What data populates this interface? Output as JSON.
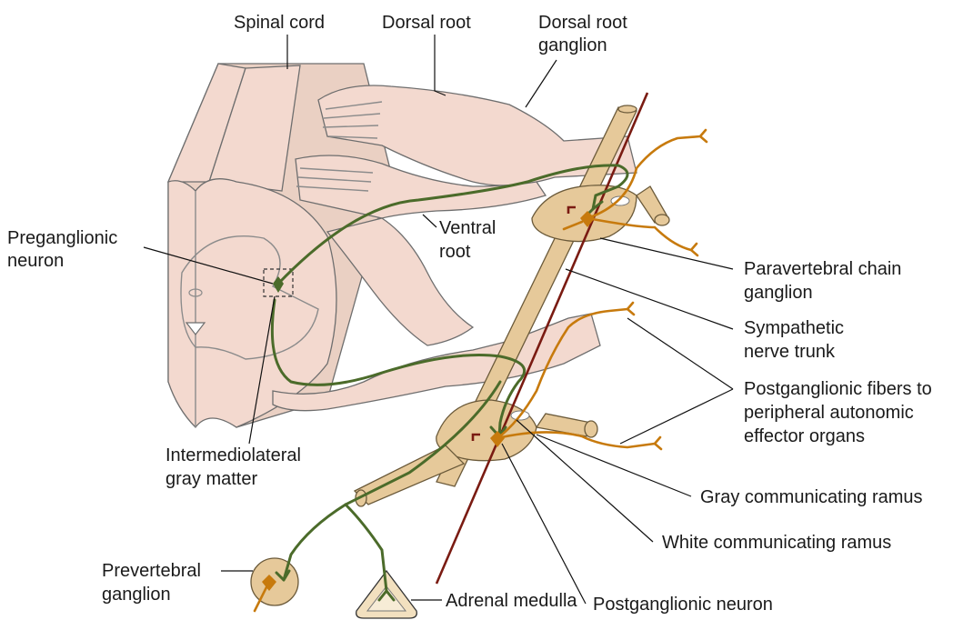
{
  "labels": {
    "spinal_cord": "Spinal cord",
    "dorsal_root": "Dorsal root",
    "dorsal_root_ganglion_1": "Dorsal root",
    "dorsal_root_ganglion_2": "ganglion",
    "preganglionic_neuron_1": "Preganglionic",
    "preganglionic_neuron_2": "neuron",
    "ventral_root_1": "Ventral",
    "ventral_root_2": "root",
    "paravertebral_1": "Paravertebral chain",
    "paravertebral_2": "ganglion",
    "sympathetic_trunk_1": "Sympathetic",
    "sympathetic_trunk_2": "nerve trunk",
    "postganglionic_fibers_1": "Postganglionic fibers to",
    "postganglionic_fibers_2": "peripheral autonomic",
    "postganglionic_fibers_3": "effector organs",
    "intermediolateral_1": "Intermediolateral",
    "intermediolateral_2": "gray matter",
    "gray_ramus": "Gray communicating ramus",
    "white_ramus": "White communicating ramus",
    "postganglionic_neuron": "Postganglionic neuron",
    "prevertebral_1": "Prevertebral",
    "prevertebral_2": "ganglion",
    "adrenal_medulla": "Adrenal medulla"
  },
  "colors": {
    "tissue": "#f3d9cf",
    "trunk": "#e6c99a",
    "preganglionic_fiber": "#4b6b2a",
    "postganglionic_fiber": "#c77a0d",
    "trunk_axis": "#7a1b12"
  }
}
